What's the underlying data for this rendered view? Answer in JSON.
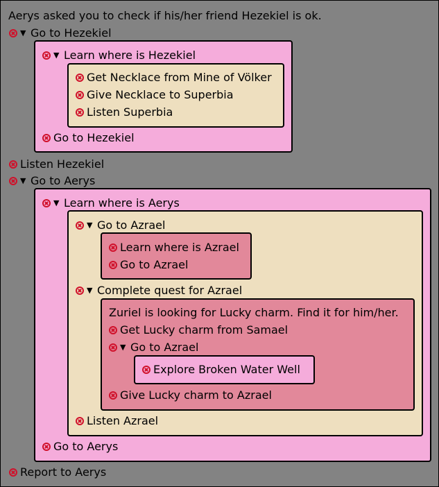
{
  "quest": {
    "description": "Aerys asked you to check if his/her friend Hezekiel is ok.",
    "steps": {
      "go_to_hezekiel_group": "Go to Hezekiel",
      "learn_where_hezekiel": "Learn where is Hezekiel",
      "get_necklace": "Get Necklace from Mine of Völker",
      "give_necklace": "Give Necklace to Superbia",
      "listen_superbia": "Listen Superbia",
      "go_to_hezekiel": "Go to Hezekiel",
      "listen_hezekiel": "Listen Hezekiel",
      "go_to_aerys_group": "Go to Aerys",
      "learn_where_aerys": "Learn where is Aerys",
      "go_to_azrael_group": "Go to Azrael",
      "learn_where_azrael": "Learn where is Azrael",
      "go_to_azrael": "Go to Azrael",
      "complete_quest_azrael": "Complete quest for Azrael",
      "zuriel_description": "Zuriel is looking for Lucky charm. Find it for him/her.",
      "get_lucky_charm": "Get Lucky charm from Samael",
      "go_to_azrael_sub": "Go to Azrael",
      "explore_well": "Explore Broken Water Well",
      "give_lucky_charm": "Give Lucky charm to Azrael",
      "listen_azrael": "Listen Azrael",
      "go_to_aerys": "Go to Aerys",
      "report_to_aerys": "Report to Aerys"
    }
  },
  "icons": {
    "status": "cancel-circle-icon",
    "expand": "triangle-down-icon"
  },
  "colors": {
    "background": "#838383",
    "pink": "#f5acdb",
    "tan": "#eedfbf",
    "rose": "#e2889a",
    "icon": "#d0102a"
  }
}
